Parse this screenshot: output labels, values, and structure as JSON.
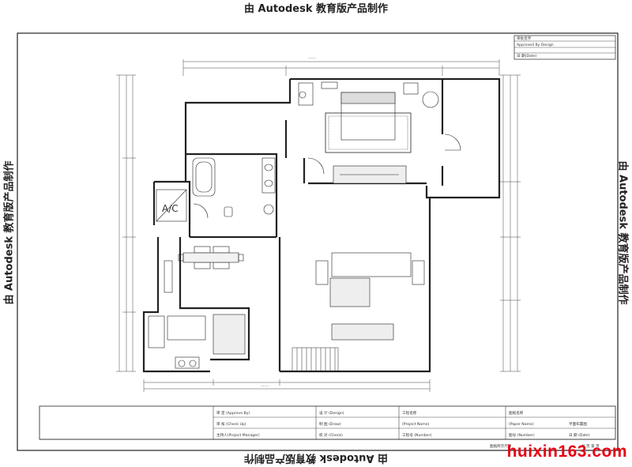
{
  "watermark": "由 Autodesk 教育版产品制作",
  "brand": "huixin163.com",
  "title_block_top": {
    "line1": "审批签字",
    "line2": "Approved By Design",
    "line3": "日 期(Date)"
  },
  "room_labels": {
    "ac": "A/C"
  },
  "title_block_bottom": {
    "approve": "审 定 (Approve By)",
    "check": "审 核 (Check Up)",
    "manager": "主持人(Project Manager)",
    "design": "设 计 (Design)",
    "draw": "制 图 (Draw)",
    "checked": "校 对 (Check)",
    "project_name": "工程名称",
    "project_name_en": "(Project Name)",
    "project_number": "工程号 (Number)",
    "drawing_name": "图纸名称",
    "paper_name": "(Paper Name)",
    "drawing_number": "图号 (Number)",
    "date": "日 期 (Date)",
    "drawing_title": "平面布置图",
    "footer_left": "图纸所示尺寸",
    "footer_right": "共 页  第 页"
  },
  "colors": {
    "line": "#222222",
    "brand": "#e60012",
    "background": "#ffffff"
  }
}
